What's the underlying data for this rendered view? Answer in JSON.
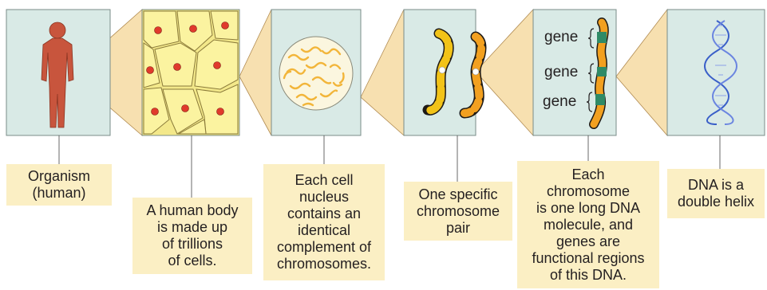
{
  "captions": {
    "organism": "Organism\n(human)",
    "cells": "A human body\nis made up\nof trillions\nof cells.",
    "nucleus": "Each cell\nnucleus\ncontains an\nidentical\ncomplement of\nchromosomes.",
    "pair": "One specific\nchromosome\npair",
    "chromosome": "Each\nchromosome\nis one long DNA\nmolecule, and\ngenes are\nfunctional regions\nof this DNA.",
    "dna": "DNA is a\ndouble helix"
  },
  "gene_labels": [
    "gene",
    "gene",
    "gene"
  ],
  "colors": {
    "panel_fill": "#d9eae6",
    "caption_fill": "#fbefc4",
    "wedge_fill": "#f7e0b0",
    "human": "#c8553d",
    "cell_fill": "#fbf3a0",
    "nucleus_red": "#e03a2c",
    "chromosome_yellow": "#f2c318",
    "chromosome_orange": "#f2a020",
    "band_black": "#1e1a16",
    "gene_green": "#2f8a66",
    "dna_blue": "#3a5fc8"
  }
}
